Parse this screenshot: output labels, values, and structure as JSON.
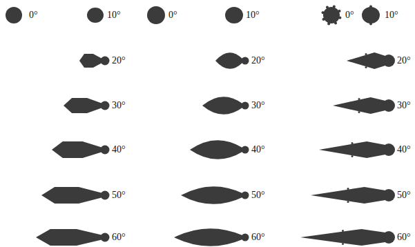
{
  "diagram": {
    "labels": [
      "0°",
      "10°",
      "0°",
      "10°",
      "0°",
      "10°",
      "20°",
      "20°",
      "20°",
      "30°",
      "30°",
      "30°",
      "40°",
      "40°",
      "40°",
      "50°",
      "50°",
      "50°",
      "60°",
      "60°",
      "60°"
    ]
  }
}
